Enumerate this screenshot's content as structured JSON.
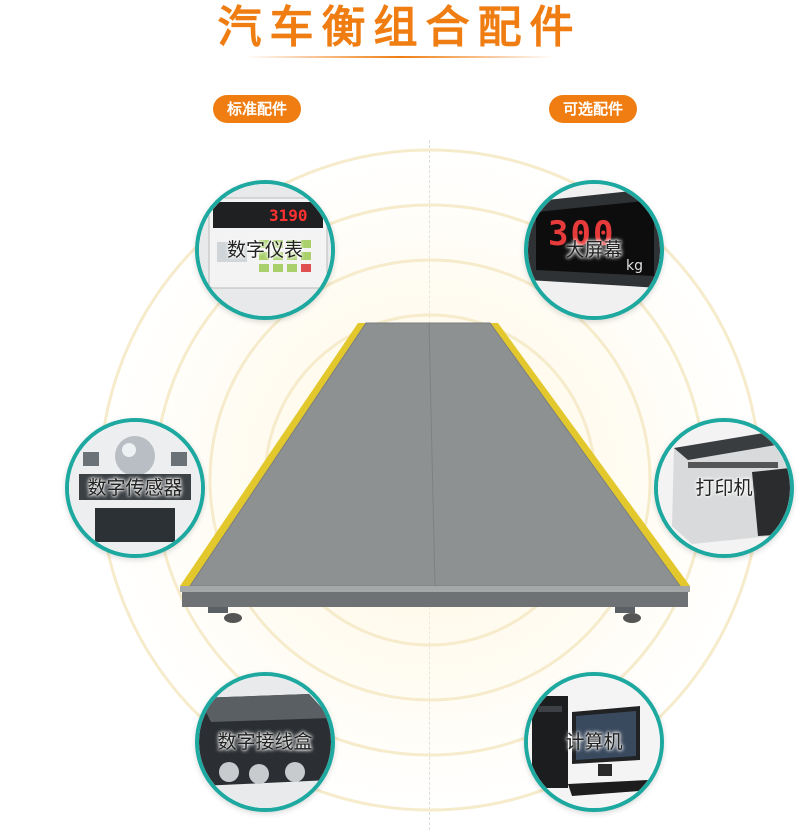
{
  "title": "汽车衡组合配件",
  "tags": {
    "standard": "标准配件",
    "optional": "可选配件"
  },
  "parts": {
    "digital_indicator": {
      "label": "数字仪表",
      "display": "3190"
    },
    "large_screen": {
      "label": "大屏幕",
      "display": "300",
      "unit": "kg"
    },
    "load_cell": {
      "label": "数字传感器"
    },
    "printer": {
      "label": "打印机"
    },
    "junction_box": {
      "label": "数字接线盒"
    },
    "computer": {
      "label": "计算机"
    }
  },
  "colors": {
    "accent_orange": "#ef7d12",
    "circle_border": "#1da8a0",
    "platform_edge": "#e2c82c",
    "platform_deck": "#8a8d8e"
  }
}
